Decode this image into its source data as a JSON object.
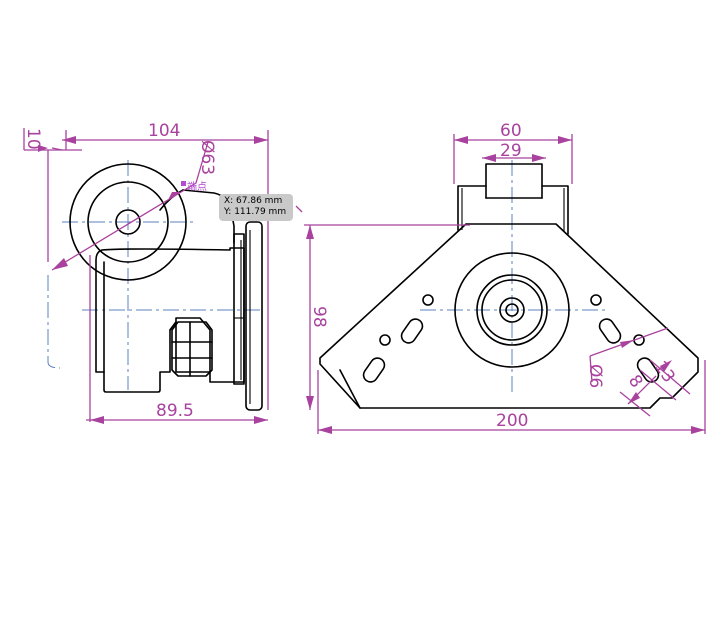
{
  "dimensions": {
    "side_view": {
      "width_total": "104",
      "base_width": "89.5",
      "offset": "10",
      "diameter": "Ø63"
    },
    "front_view": {
      "top_width": "60",
      "inner_width": "29",
      "height": "98",
      "total_width": "200",
      "hole_diameter": "Ø6",
      "slot_length": "13",
      "slot_width": "8"
    }
  },
  "snap_marker": {
    "label": "端点"
  },
  "tooltip": {
    "x": "X: 67.86 mm",
    "y": "Y: 111.79 mm"
  },
  "colors": {
    "dimension": "#a8429e",
    "centerline": "#5b80c0",
    "object": "#000000",
    "tooltip_bg": "#c9c9c9"
  }
}
